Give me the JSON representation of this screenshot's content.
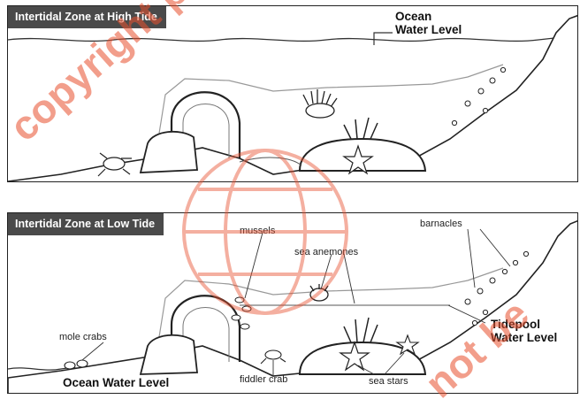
{
  "panels": {
    "high": {
      "title": "Intertidal Zone at High Tide",
      "ocean_label_line1": "Ocean",
      "ocean_label_line2": "Water Level"
    },
    "low": {
      "title": "Intertidal Zone at Low Tide",
      "labels": {
        "mussels": "mussels",
        "barnacles": "barnacles",
        "sea_anemones": "sea anemones",
        "tidepool_line1": "Tidepool",
        "tidepool_line2": "Water Level",
        "mole_crabs": "mole crabs",
        "ocean_water_level": "Ocean Water Level",
        "fiddler_crab": "fiddler crab",
        "sea_stars": "sea stars"
      }
    }
  },
  "watermark": {
    "text_left": "copyright protected by",
    "text_right": "not be",
    "color": "#e8502e"
  }
}
